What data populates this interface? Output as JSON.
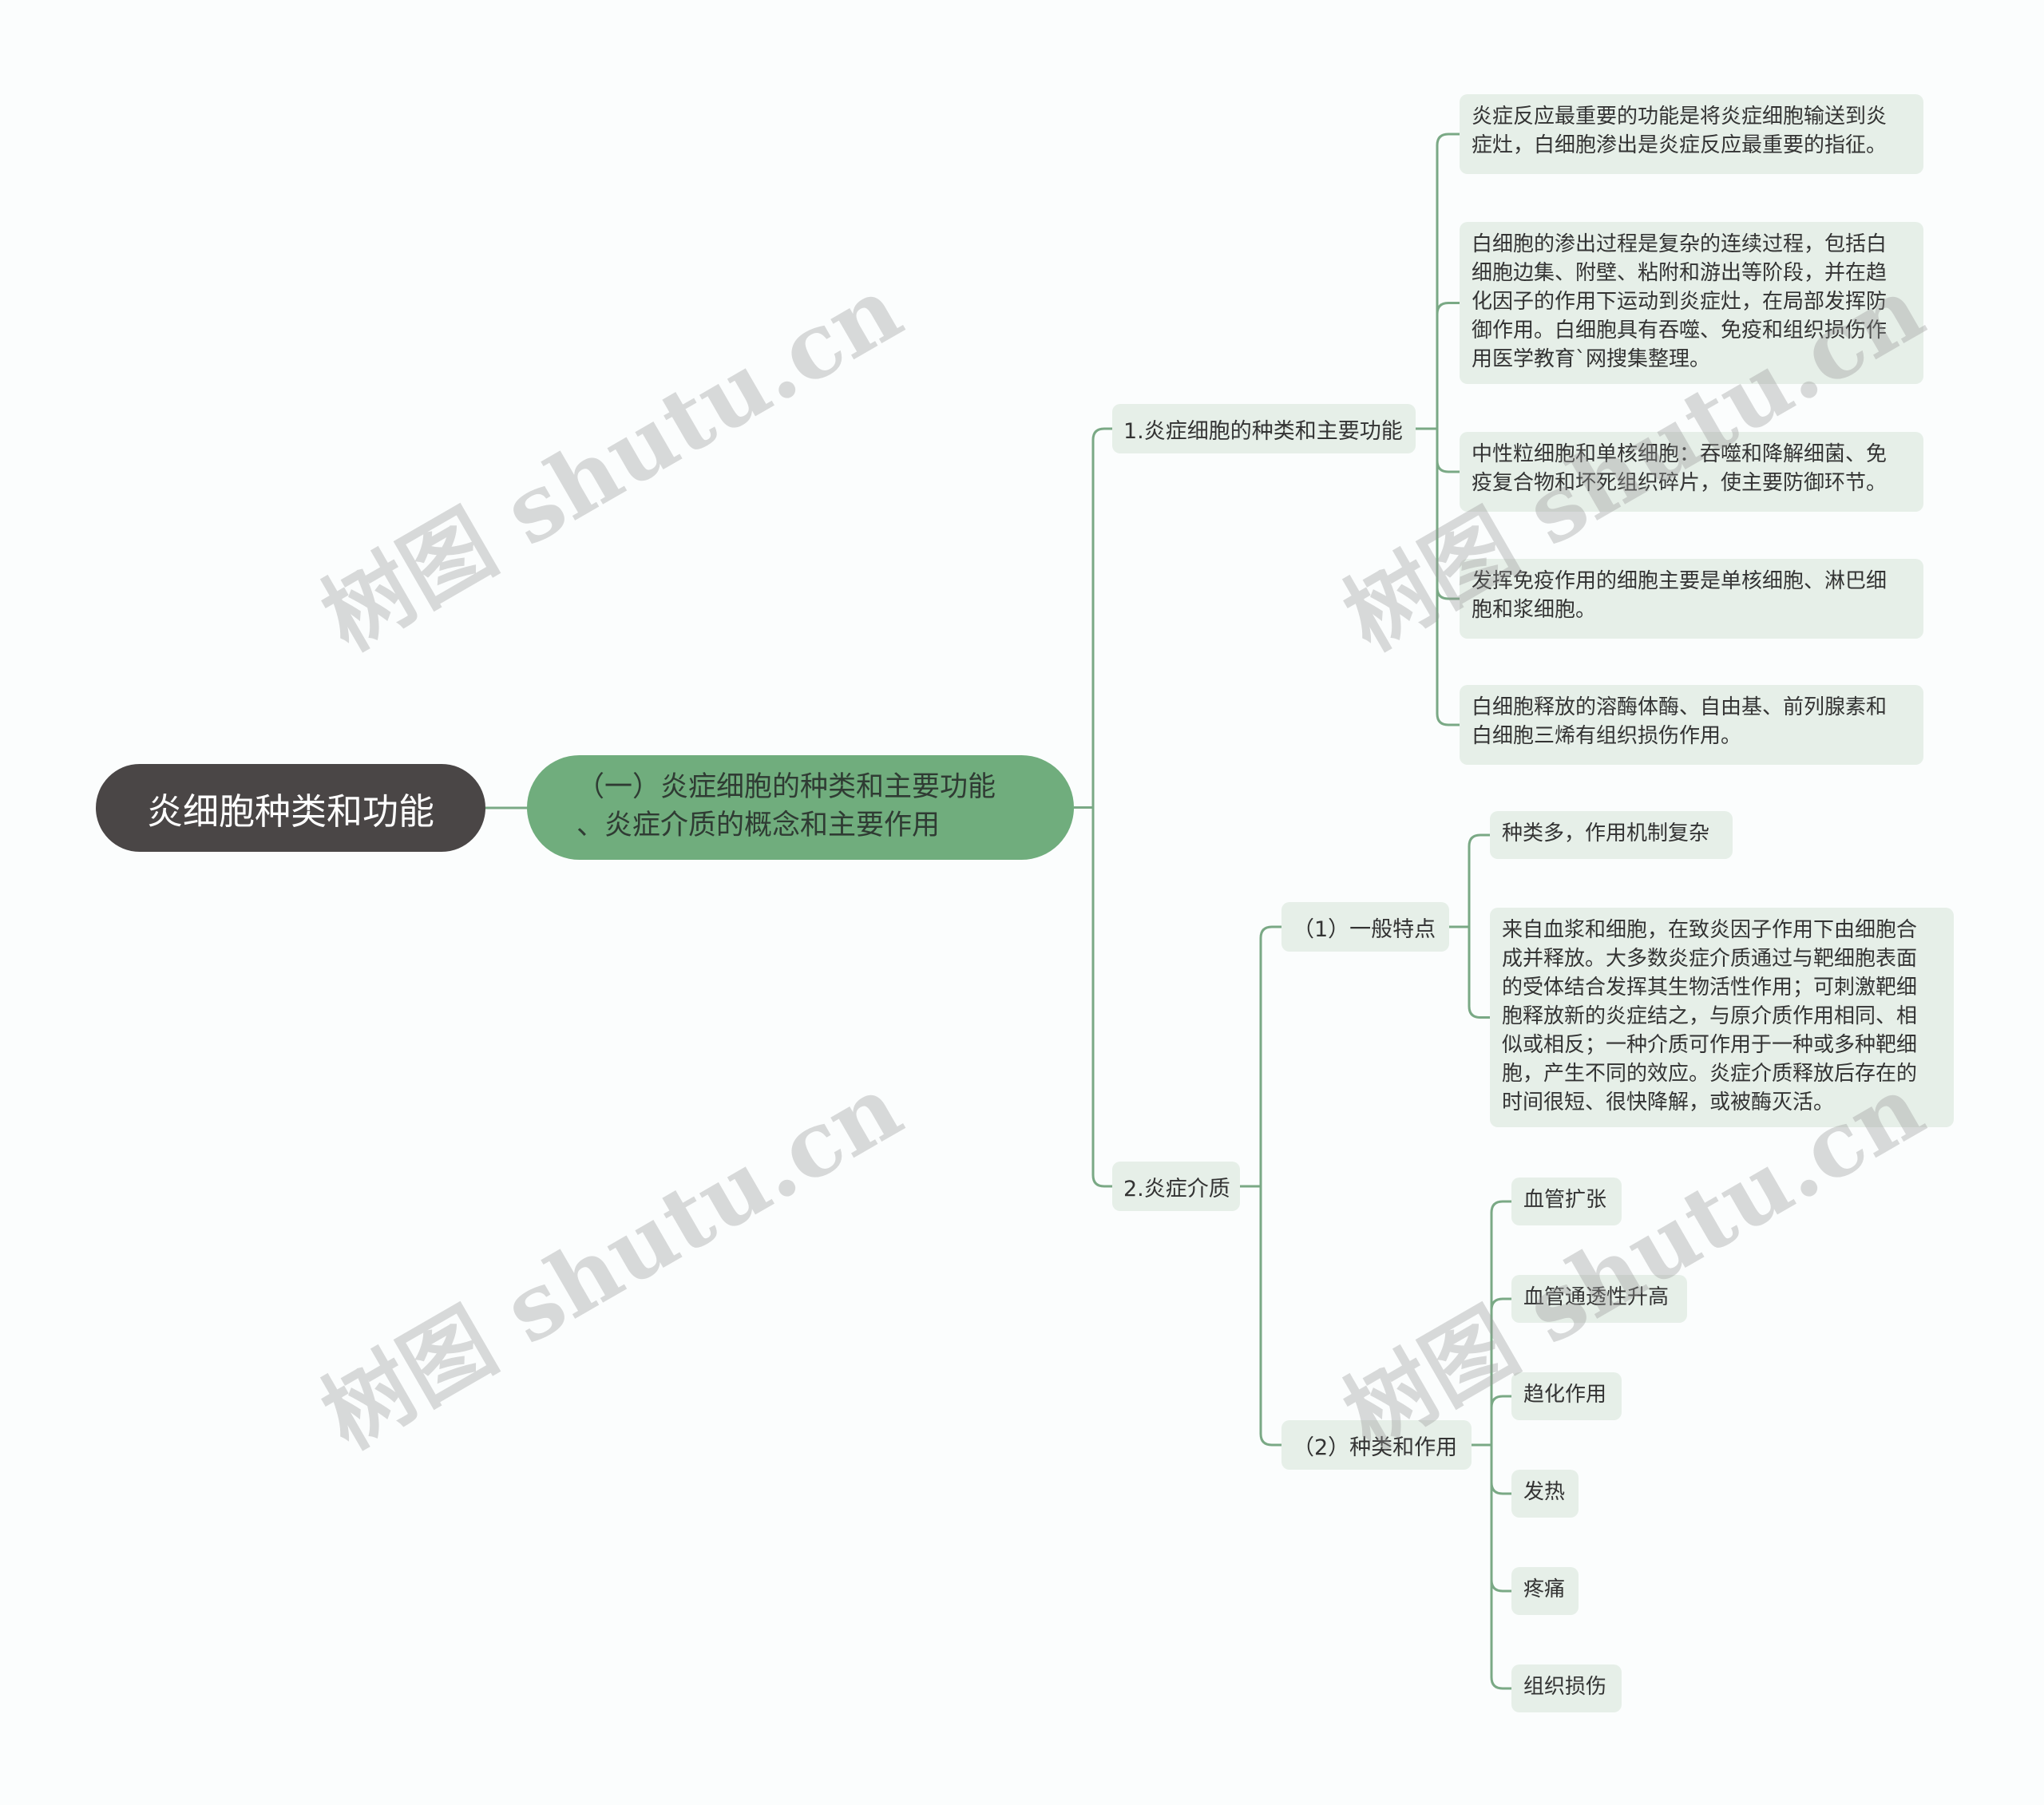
{
  "mindmap": {
    "root": "炎细胞种类和功能",
    "main": "（一）炎症细胞的种类和主要功能\n、炎症介质的概念和主要作用",
    "branch1": {
      "label": "1.炎症细胞的种类和主要功能",
      "items": [
        "炎症反应最重要的功能是将炎症细胞输送到炎\n症灶，白细胞渗出是炎症反应最重要的指征。",
        "白细胞的渗出过程是复杂的连续过程，包括白\n细胞边集、附壁、粘附和游出等阶段，并在趋\n化因子的作用下运动到炎症灶，在局部发挥防\n御作用。白细胞具有吞噬、免疫和组织损伤作\n用医学教育`网搜集整理。",
        "中性粒细胞和单核细胞：吞噬和降解细菌、免\n疫复合物和坏死组织碎片，使主要防御环节。",
        "发挥免疫作用的细胞主要是单核细胞、淋巴细\n胞和浆细胞。",
        "白细胞释放的溶酶体酶、自由基、前列腺素和\n白细胞三烯有组织损伤作用。"
      ]
    },
    "branch2": {
      "label": "2.炎症介质",
      "sub1": {
        "label": "（1）一般特点",
        "items": [
          "种类多，作用机制复杂",
          "来自血浆和细胞，在致炎因子作用下由细胞合\n成并释放。大多数炎症介质通过与靶细胞表面\n的受体结合发挥其生物活性作用；可刺激靶细\n胞释放新的炎症结之，与原介质作用相同、相\n似或相反；一种介质可作用于一种或多种靶细\n胞，产生不同的效应。炎症介质释放后存在的\n时间很短、很快降解，或被酶灭活。"
        ]
      },
      "sub2": {
        "label": "（2）种类和作用",
        "items": [
          "血管扩张",
          "血管通透性升高",
          "趋化作用",
          "发热",
          "疼痛",
          "组织损伤"
        ]
      }
    }
  },
  "watermark": "树图 shutu.cn",
  "colors": {
    "background": "#fbfdfd",
    "root_fill": "#4a4646",
    "main_fill": "#70ad7d",
    "node_fill": "#e6efe8",
    "connector": "#7aa985"
  }
}
